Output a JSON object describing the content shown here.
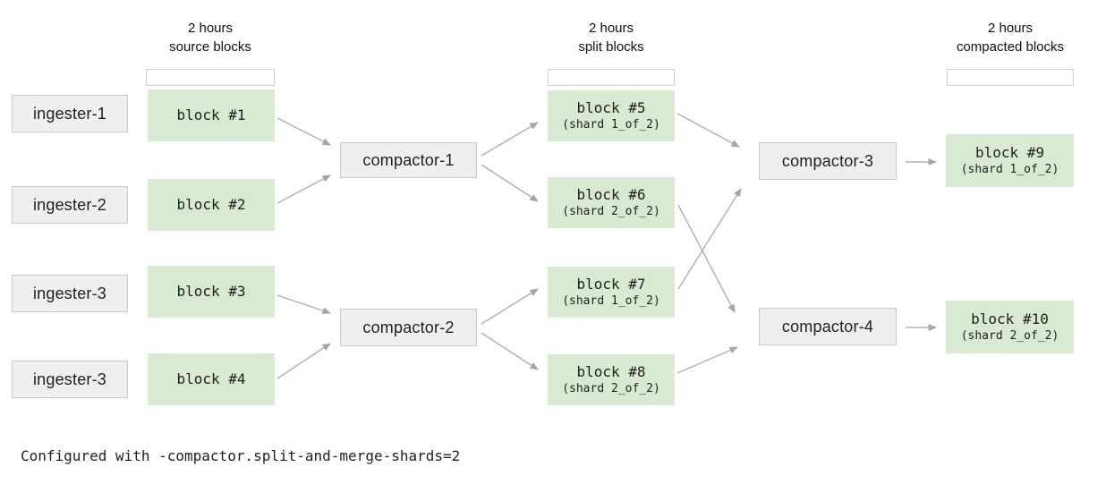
{
  "headers": [
    {
      "line1": "2 hours",
      "line2": "source blocks"
    },
    {
      "line1": "2 hours",
      "line2": "split blocks"
    },
    {
      "line1": "2 hours",
      "line2": "compacted blocks"
    }
  ],
  "ingesters": [
    "ingester-1",
    "ingester-2",
    "ingester-3",
    "ingester-3"
  ],
  "source_blocks": [
    "block #1",
    "block #2",
    "block #3",
    "block #4"
  ],
  "stage1_compactors": [
    "compactor-1",
    "compactor-2"
  ],
  "split_blocks": [
    {
      "title": "block #5",
      "shard": "(shard 1_of_2)"
    },
    {
      "title": "block #6",
      "shard": "(shard 2_of_2)"
    },
    {
      "title": "block #7",
      "shard": "(shard 1_of_2)"
    },
    {
      "title": "block #8",
      "shard": "(shard 2_of_2)"
    }
  ],
  "stage2_compactors": [
    "compactor-3",
    "compactor-4"
  ],
  "compacted_blocks": [
    {
      "title": "block #9",
      "shard": "(shard 1_of_2)"
    },
    {
      "title": "block #10",
      "shard": "(shard 2_of_2)"
    }
  ],
  "footer": "Configured with -compactor.split-and-merge-shards=2",
  "colors": {
    "block_fill": "#d9ead3",
    "node_fill": "#efefef",
    "node_border": "#c9c9c9",
    "bracket_border": "#cfcfcf",
    "arrow": "#a6a6a6",
    "text": "#1f1f1f"
  }
}
